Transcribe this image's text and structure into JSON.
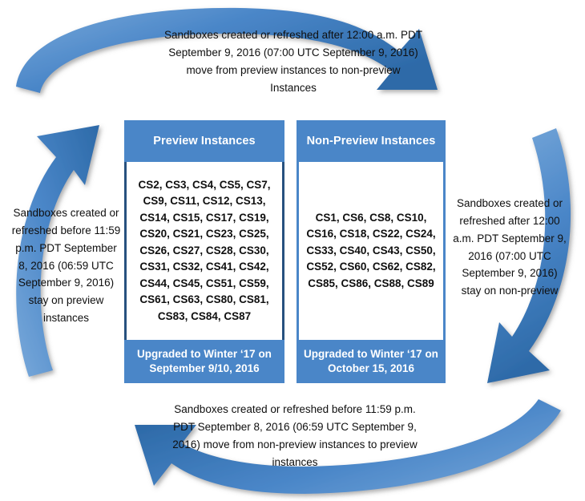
{
  "diagram": {
    "title": "Sandbox preview / non-preview instance cycle",
    "colors": {
      "accent_blue": "#4a86c8",
      "dark_blue_border": "#27517f",
      "arrow_blue_light": "#5a93cf",
      "arrow_blue_dark": "#2f6aa8",
      "text": "#0f0f0f",
      "panel_body": "#ffffff"
    },
    "panels": [
      {
        "id": "preview",
        "header": "Preview Instances",
        "instances": "CS2, CS3, CS4, CS5, CS7, CS9, CS11, CS12, CS13, CS14, CS15, CS17, CS19, CS20, CS21, CS23, CS25, CS26, CS27, CS28, CS30, CS31, CS32, CS41, CS42, CS44, CS45, CS51, CS59, CS61, CS63, CS80, CS81, CS83, CS84, CS87",
        "instance_codes": [
          "CS2",
          "CS3",
          "CS4",
          "CS5",
          "CS7",
          "CS9",
          "CS11",
          "CS12",
          "CS13",
          "CS14",
          "CS15",
          "CS17",
          "CS19",
          "CS20",
          "CS21",
          "CS23",
          "CS25",
          "CS26",
          "CS27",
          "CS28",
          "CS30",
          "CS31",
          "CS32",
          "CS41",
          "CS42",
          "CS44",
          "CS45",
          "CS51",
          "CS59",
          "CS61",
          "CS63",
          "CS80",
          "CS81",
          "CS83",
          "CS84",
          "CS87"
        ],
        "footer": "Upgraded to Winter ‘17 on September 9/10, 2016"
      },
      {
        "id": "nonpreview",
        "header": "Non-Preview Instances",
        "instances": "CS1, CS6, CS8, CS10, CS16, CS18, CS22, CS24, CS33, CS40, CS43, CS50, CS52, CS60, CS62, CS82, CS85, CS86, CS88, CS89",
        "instance_codes": [
          "CS1",
          "CS6",
          "CS8",
          "CS10",
          "CS16",
          "CS18",
          "CS22",
          "CS24",
          "CS33",
          "CS40",
          "CS43",
          "CS50",
          "CS52",
          "CS60",
          "CS62",
          "CS82",
          "CS85",
          "CS86",
          "CS88",
          "CS89"
        ],
        "footer": "Upgraded to Winter ‘17 on October 15, 2016"
      }
    ],
    "captions": {
      "top": "Sandboxes created or refreshed after 12:00 a.m. PDT September 9, 2016 (07:00 UTC September 9, 2016) move from preview instances to non-preview Instances",
      "left": "Sandboxes created or refreshed before 11:59 p.m. PDT September 8, 2016 (06:59 UTC September 9, 2016) stay on preview instances",
      "right": "Sandboxes created or refreshed after 12:00 a.m. PDT September 9, 2016 (07:00 UTC September 9, 2016) stay on non-preview",
      "bottom": "Sandboxes created or refreshed before 11:59 p.m. PDT September 8, 2016 (06:59 UTC September 9, 2016) move from non-preview instances to preview instances"
    },
    "arrows": [
      {
        "name": "arrow-top-right",
        "direction": "down-right"
      },
      {
        "name": "arrow-right-down",
        "direction": "left"
      },
      {
        "name": "arrow-bottom-left",
        "direction": "up-left"
      },
      {
        "name": "arrow-left-up",
        "direction": "up-right"
      }
    ]
  }
}
